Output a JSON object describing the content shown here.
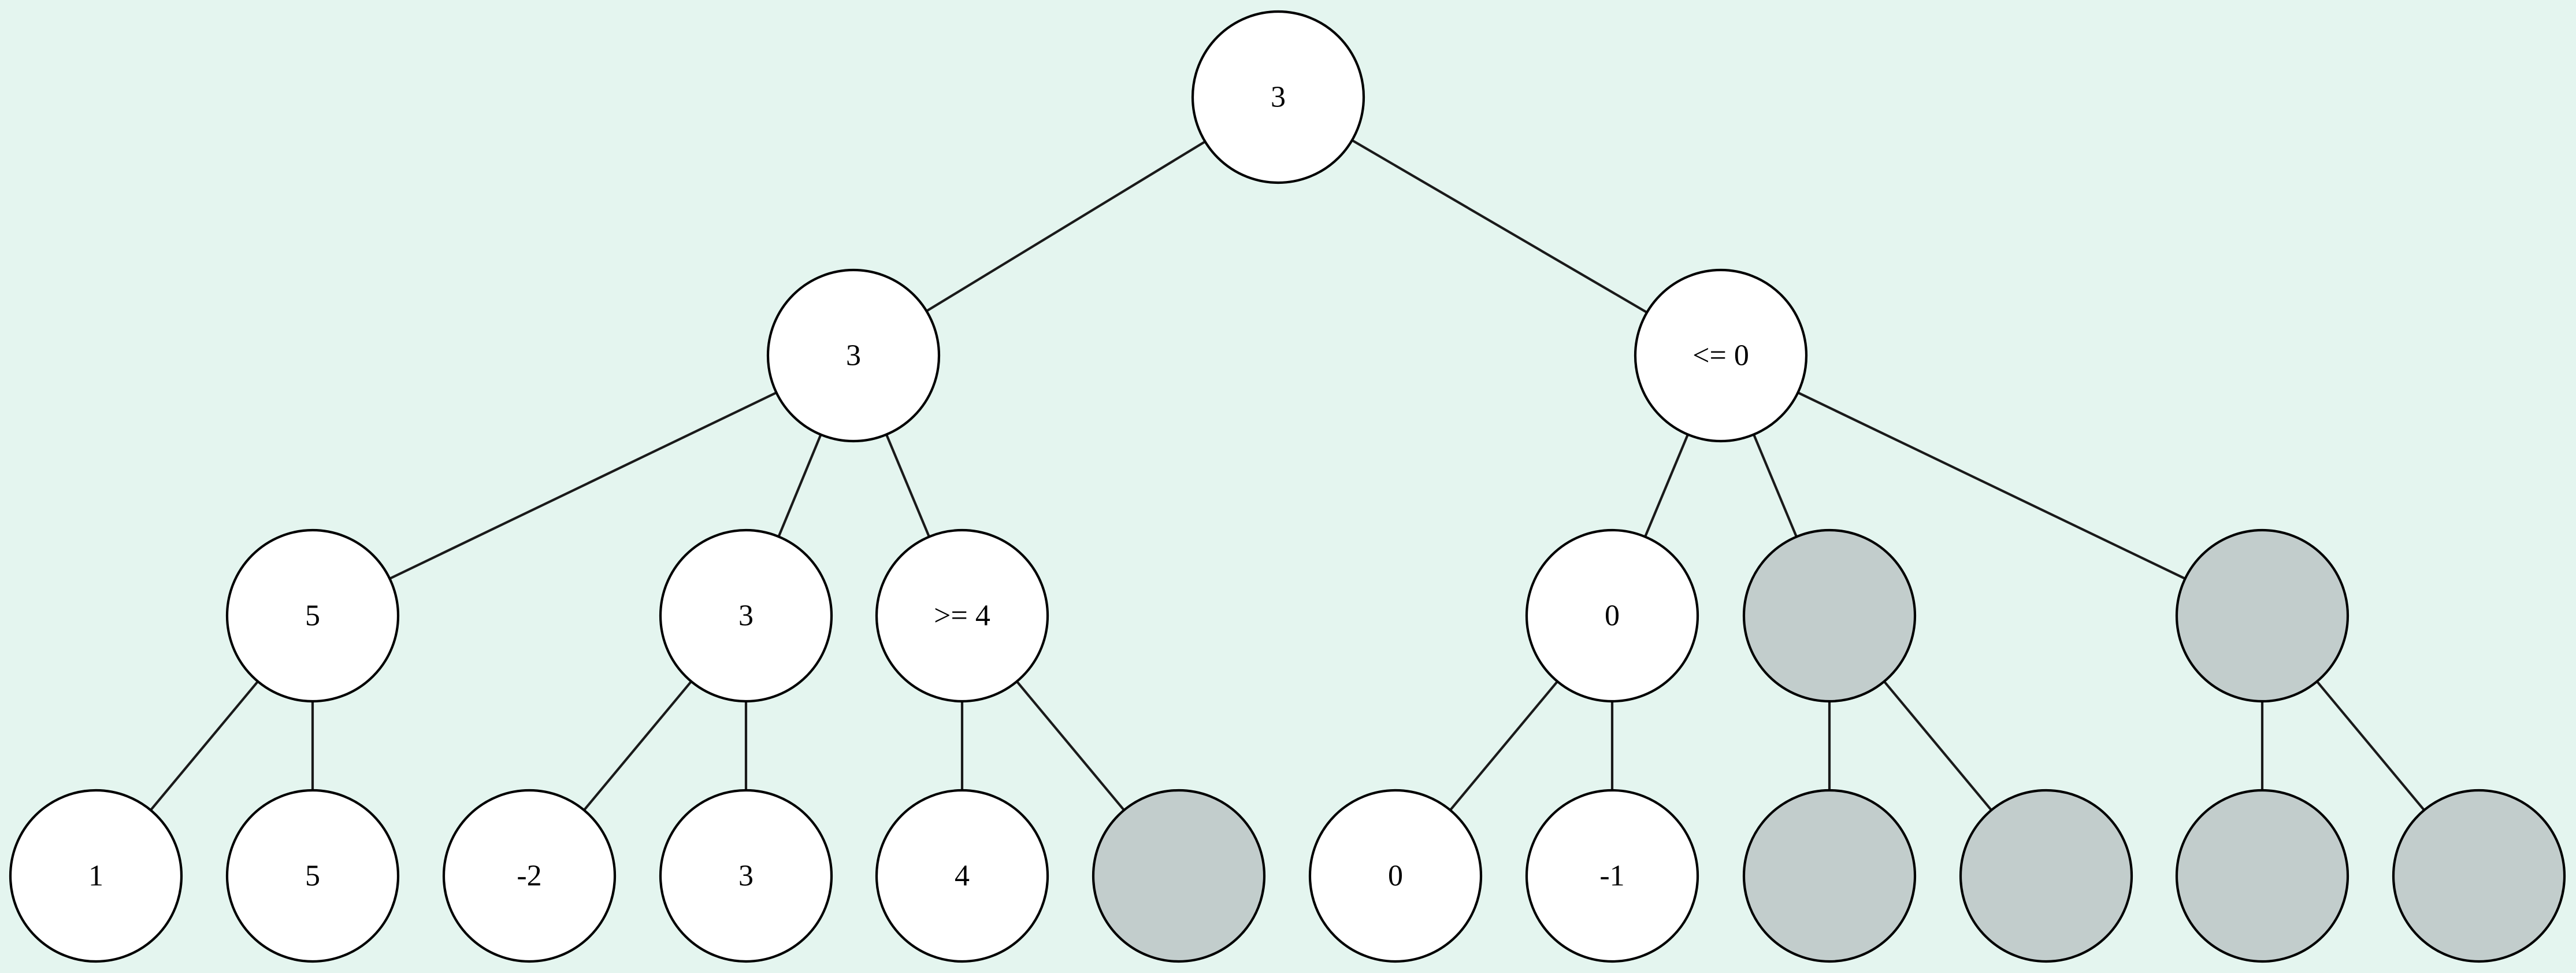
{
  "tree": {
    "colors": {
      "background": "#e4f5ef",
      "node_fill": "#ffffff",
      "pruned_fill": "#c2cdcc",
      "stroke": "#000000"
    },
    "nodes": [
      {
        "id": "root",
        "label": "3",
        "pruned": false
      },
      {
        "id": "a",
        "label": "3",
        "pruned": false
      },
      {
        "id": "b",
        "label": "<= 0",
        "pruned": false
      },
      {
        "id": "a1",
        "label": "5",
        "pruned": false
      },
      {
        "id": "a2",
        "label": "3",
        "pruned": false
      },
      {
        "id": "a3",
        "label": ">= 4",
        "pruned": false
      },
      {
        "id": "b1",
        "label": "0",
        "pruned": false
      },
      {
        "id": "b2",
        "label": "",
        "pruned": true
      },
      {
        "id": "b3",
        "label": "",
        "pruned": true
      },
      {
        "id": "a1l",
        "label": "1",
        "pruned": false
      },
      {
        "id": "a1r",
        "label": "5",
        "pruned": false
      },
      {
        "id": "a2l",
        "label": "-2",
        "pruned": false
      },
      {
        "id": "a2r",
        "label": "3",
        "pruned": false
      },
      {
        "id": "a3l",
        "label": "4",
        "pruned": false
      },
      {
        "id": "a3r",
        "label": "",
        "pruned": true
      },
      {
        "id": "b1l",
        "label": "0",
        "pruned": false
      },
      {
        "id": "b1r",
        "label": "-1",
        "pruned": false
      },
      {
        "id": "b2l",
        "label": "",
        "pruned": true
      },
      {
        "id": "b2r",
        "label": "",
        "pruned": true
      },
      {
        "id": "b3l",
        "label": "",
        "pruned": true
      },
      {
        "id": "b3r",
        "label": "",
        "pruned": true
      }
    ],
    "edges": [
      [
        "root",
        "a"
      ],
      [
        "root",
        "b"
      ],
      [
        "a",
        "a1"
      ],
      [
        "a",
        "a2"
      ],
      [
        "a",
        "a3"
      ],
      [
        "b",
        "b1"
      ],
      [
        "b",
        "b2"
      ],
      [
        "b",
        "b3"
      ],
      [
        "a1",
        "a1l"
      ],
      [
        "a1",
        "a1r"
      ],
      [
        "a2",
        "a2l"
      ],
      [
        "a2",
        "a2r"
      ],
      [
        "a3",
        "a3l"
      ],
      [
        "a3",
        "a3r"
      ],
      [
        "b1",
        "b1l"
      ],
      [
        "b1",
        "b1r"
      ],
      [
        "b2",
        "b2l"
      ],
      [
        "b2",
        "b2r"
      ],
      [
        "b3",
        "b3l"
      ],
      [
        "b3",
        "b3r"
      ]
    ]
  }
}
